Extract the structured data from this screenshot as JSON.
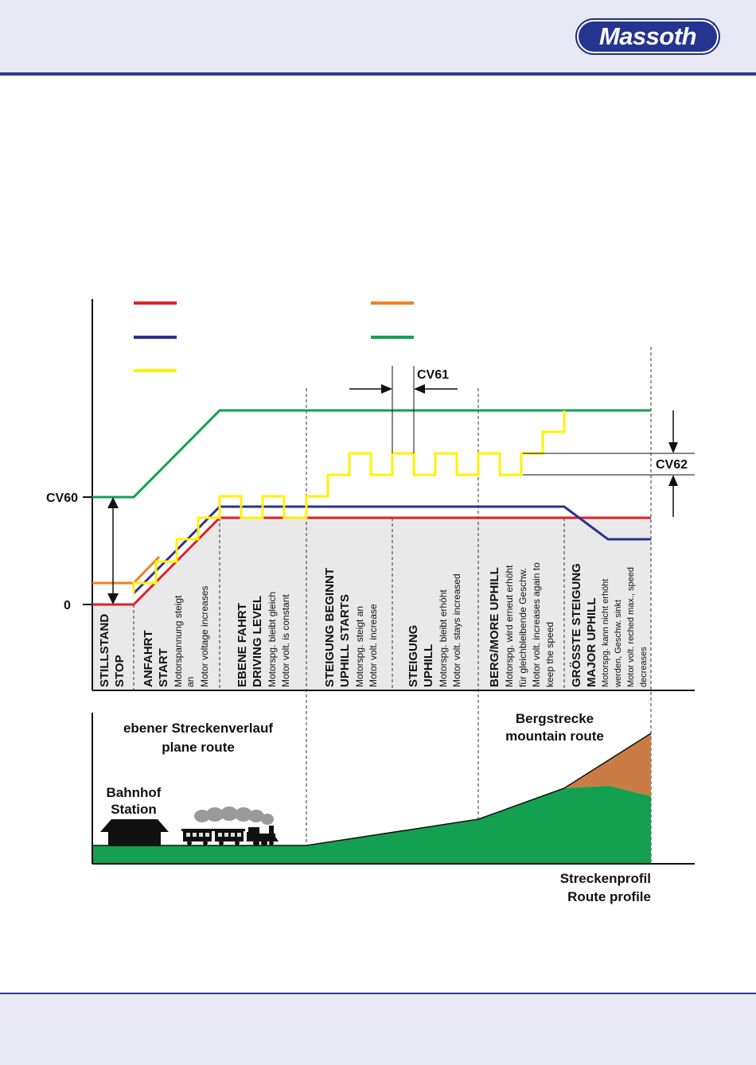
{
  "brand": {
    "name": "Massoth",
    "reg": "®"
  },
  "colors": {
    "accent": "#2c3a8c",
    "red": "#e0202b",
    "blue": "#2b338f",
    "yellow": "#fff200",
    "orange": "#f08123",
    "green": "#13a050",
    "mountain": "#c97d45"
  },
  "legend": [
    {
      "color": "red",
      "label": ""
    },
    {
      "color": "blue",
      "label": ""
    },
    {
      "color": "yellow",
      "label": ""
    },
    {
      "color": "orange",
      "label": ""
    },
    {
      "color": "green",
      "label": ""
    }
  ],
  "labels": {
    "cv60": "CV60",
    "zero": "0",
    "cv61": "CV61",
    "cv62": "CV62"
  },
  "phases": [
    {
      "title": [
        "STILLSTAND",
        "STOP"
      ],
      "text": []
    },
    {
      "title": [
        "ANFAHRT",
        "START"
      ],
      "text": [
        "Motorspannung steigt",
        "an",
        "Motor voltage increases"
      ]
    },
    {
      "title": [
        "EBENE FAHRT",
        "DRIVING LEVEL"
      ],
      "text": [
        "Motorspg. bleibt gleich",
        "Motor volt. is constant"
      ]
    },
    {
      "title": [
        "STEIGUNG BEGINNT",
        "UPHILL STARTS"
      ],
      "text": [
        "Motorspg. steigt an",
        "Motor volt. increase"
      ]
    },
    {
      "title": [
        "STEIGUNG",
        "UPHILL"
      ],
      "text": [
        "Motorspg. bleibt erhöht",
        "Motor volt. stays increased"
      ]
    },
    {
      "title": [
        "BERG/MORE UPHILL"
      ],
      "text": [
        "Motorspg. wird erneut erhöht",
        "für gleichbleibende Geschw.",
        "Motor volt. increases again to",
        "keep the speed"
      ]
    },
    {
      "title": [
        "GRÖSSTE STEIGUNG",
        "MAJOR UPHILL"
      ],
      "text": [
        "Motorspg. kann nicht erhöht",
        "werden, Geschw. sinkt",
        "Motor volt. reched max., speed",
        "decreases"
      ]
    }
  ],
  "route": {
    "plane": [
      "ebener Streckenverlauf",
      "plane route"
    ],
    "station": [
      "Bahnhof",
      "Station"
    ],
    "mountain": [
      "Bergstrecke",
      "mountain route"
    ],
    "profile": [
      "Streckenprofil",
      "Route profile"
    ]
  }
}
